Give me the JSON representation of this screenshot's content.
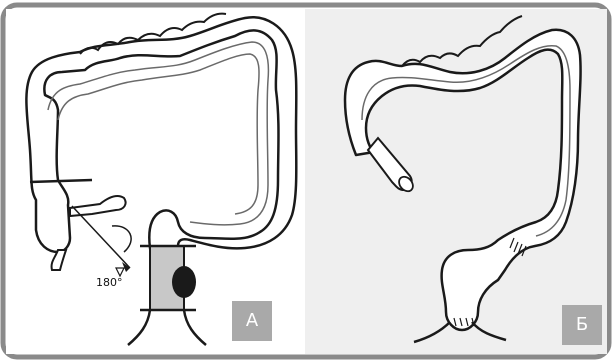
{
  "panels": [
    {
      "label": "А"
    },
    {
      "label": "Б"
    }
  ],
  "annotations": {
    "rotation_angle": "180°"
  },
  "colors": {
    "frame": "#8a8a8a",
    "panel_left_bg": "#ffffff",
    "panel_right_bg": "#efefef",
    "bowel_fill": "#ffffff",
    "bowel_outline": "#1a1a1a",
    "resected_segment": "#c8c8c8",
    "tumor": "#1a1a1a",
    "label_bg": "#a9a9a9"
  }
}
